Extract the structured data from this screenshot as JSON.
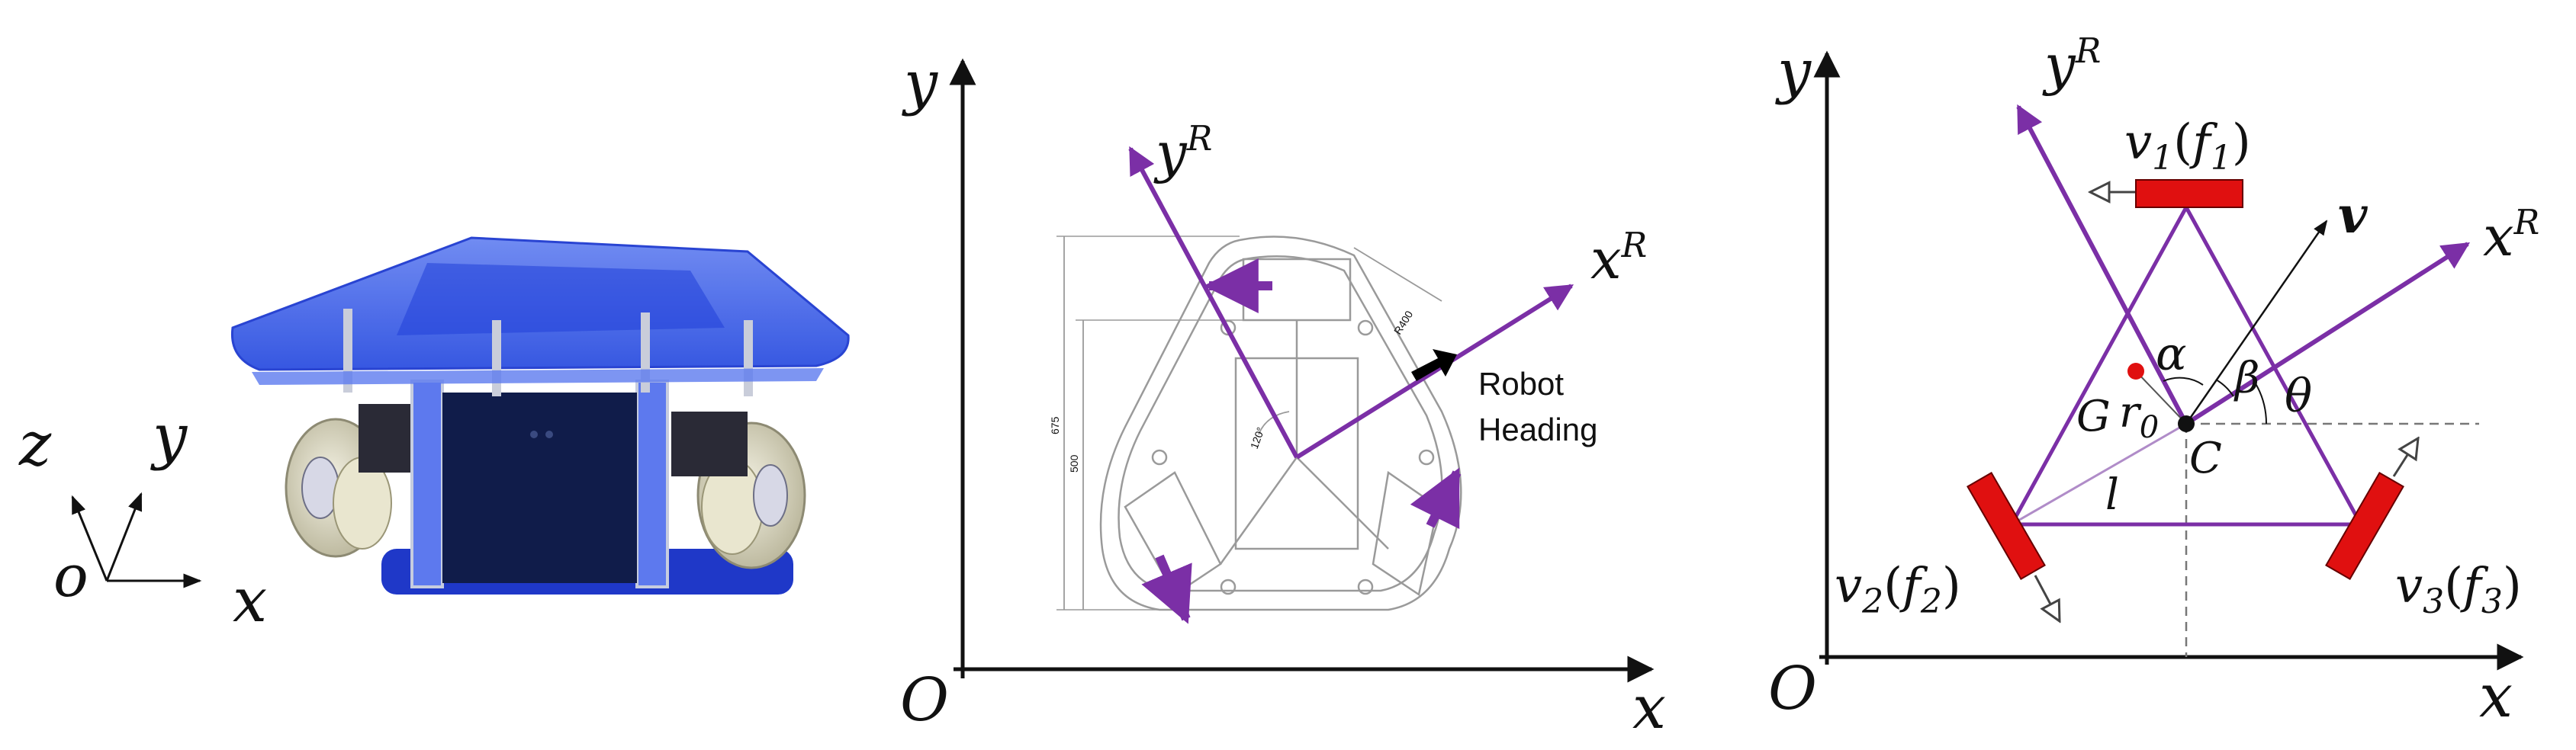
{
  "colors": {
    "axis": "#111111",
    "robot_frame": "#7b2fa6",
    "wheel": "#e01010",
    "robot_body": "#3b5ee8",
    "robot_panel": "#101c4a",
    "drawing_lines": "#9a9a9a",
    "heading_arrow": "#000000"
  },
  "panel_photo": {
    "frame_labels": {
      "z": "z",
      "y": "y",
      "o": "o",
      "x": "x"
    }
  },
  "panel_drawing": {
    "axis_labels": {
      "origin": "O",
      "x": "x",
      "y": "y"
    },
    "robot_axis_labels": {
      "xR_base": "x",
      "xR_sup": "R",
      "yR_base": "y",
      "yR_sup": "R"
    },
    "heading_label_line1": "Robot",
    "heading_label_line2": "Heading",
    "dimension_labels": {
      "overall": "675",
      "inner": "500",
      "radius": "R400",
      "angle": "120°"
    }
  },
  "panel_kinematics": {
    "axis_labels": {
      "origin": "O",
      "x": "x",
      "y": "y"
    },
    "robot_axis_labels": {
      "xR_base": "x",
      "xR_sup": "R",
      "yR_base": "y",
      "yR_sup": "R"
    },
    "wheel_labels": {
      "w1_v": "v",
      "w1_sub": "1",
      "w1_f": "f",
      "w1_fsub": "1",
      "w2_v": "v",
      "w2_sub": "2",
      "w2_f": "f",
      "w2_fsub": "2",
      "w3_v": "v",
      "w3_sub": "3",
      "w3_f": "f",
      "w3_fsub": "3"
    },
    "velocity_label": "v",
    "angle_labels": {
      "alpha": "α",
      "beta": "β",
      "theta": "θ"
    },
    "point_labels": {
      "G": "G",
      "r0_base": "r",
      "r0_sub": "0",
      "C": "C",
      "l": "l"
    }
  }
}
